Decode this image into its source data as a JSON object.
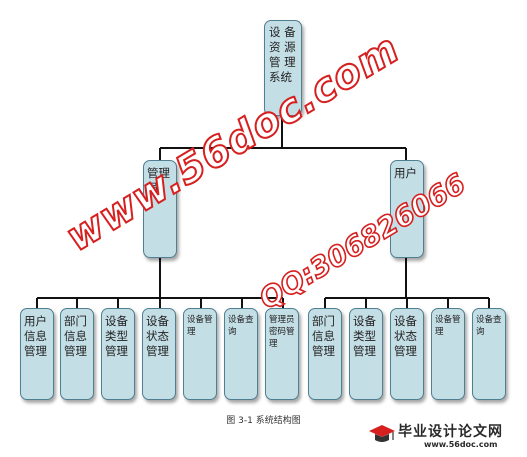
{
  "diagram": {
    "root": "设 备资 源管 理系统",
    "branches": [
      {
        "label": "管理员",
        "children": [
          "用户信息管理",
          "部门信息管理",
          "设备类型管理",
          "设备状态管理",
          "设备管理",
          "设备查询",
          "管理员密码管理"
        ]
      },
      {
        "label": "用户",
        "children": [
          "部门信息管理",
          "设备类型管理",
          "设备状态管理",
          "设备管理",
          "设备查询"
        ]
      }
    ],
    "caption": "图 3-1 系统结构图"
  },
  "watermark": {
    "site": "www.56doc.com",
    "qq": "QQ:306826066"
  },
  "logo": {
    "name": "毕业设计论文网",
    "url": "www.56doc.com"
  },
  "colors": {
    "box_fill": "#c4dee6",
    "box_border": "#4f7f90",
    "connector": "#111111",
    "watermark_stroke": "#d62020"
  }
}
